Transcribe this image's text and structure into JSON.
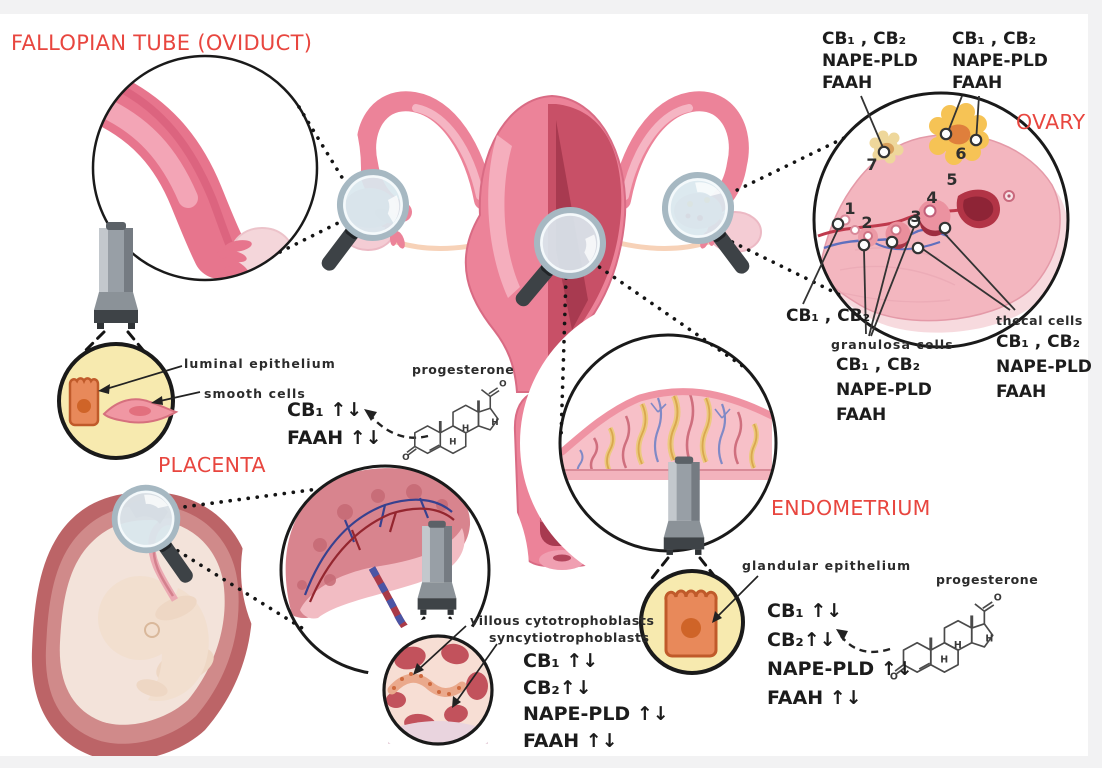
{
  "colors": {
    "accent_red": "#e8463f",
    "ink": "#1c1c1c",
    "canvas": "#ffffff",
    "frame": "#f2f2f3"
  },
  "section_labels": {
    "fallopian_tube": "FALLOPIAN TUBE (OVIDUCT)",
    "ovary": "OVARY",
    "placenta": "PLACENTA",
    "endometrium": "ENDOMETRIUM"
  },
  "oviduct": {
    "luminal_epithelium_label": "luminal epithelium",
    "smooth_cells_label": "smooth cells",
    "markers": [
      "CB₁ ↑↓",
      "FAAH ↑↓"
    ],
    "progesterone_label": "progesterone"
  },
  "ovary": {
    "follicle_numbers": [
      "1",
      "2",
      "3",
      "4",
      "5",
      "6",
      "7"
    ],
    "corpus_albicans_block": [
      "CB₁ , CB₂",
      "NAPE-PLD",
      "FAAH"
    ],
    "corpus_luteum_block": [
      "CB₁ , CB₂",
      "NAPE-PLD",
      "FAAH"
    ],
    "primordial_label": "CB₁ , CB₂",
    "granulosa_title": "granulosa cells",
    "granulosa_block": [
      "CB₁ , CB₂",
      "NAPE-PLD",
      "FAAH"
    ],
    "thecal_title": "thecal cells",
    "thecal_block": [
      "CB₁ , CB₂",
      "NAPE-PLD",
      "FAAH"
    ]
  },
  "endometrium": {
    "glandular_epithelium_label": "glandular epithelium",
    "markers": [
      "CB₁ ↑↓",
      "CB₂↑↓",
      "NAPE-PLD ↑↓",
      "FAAH ↑↓"
    ],
    "progesterone_label": "progesterone"
  },
  "placenta": {
    "villous_label": "villous cytotrophoblasts",
    "syncytio_label": "syncytiotrophoblasts",
    "markers": [
      "CB₁ ↑↓",
      "CB₂↑↓",
      "NAPE-PLD ↑↓",
      "FAAH ↑↓"
    ]
  },
  "chem": {
    "oxygen": "O",
    "hydrogen": "H"
  }
}
